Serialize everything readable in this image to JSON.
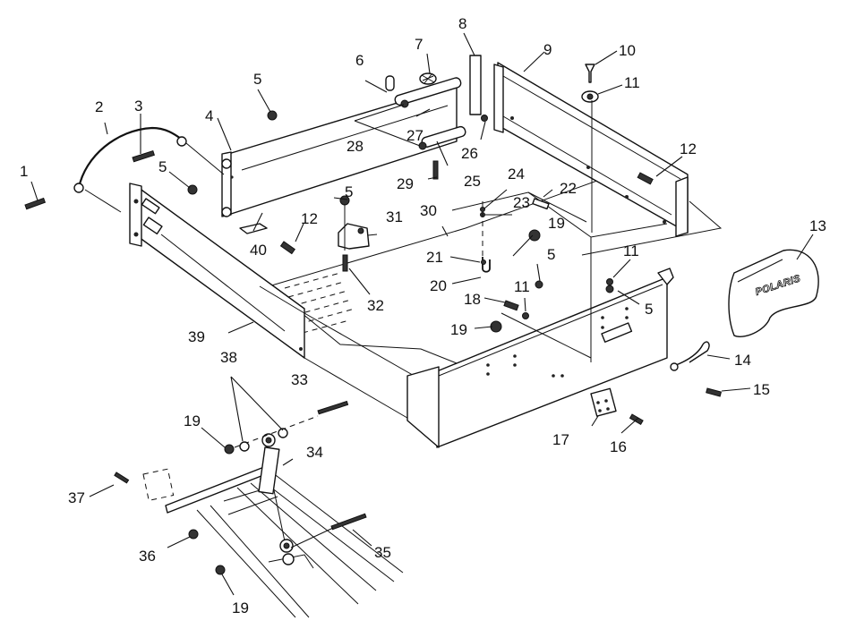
{
  "diagram": {
    "title": "Cargo Box Assembly (exploded view)",
    "brand_logo_text": "POLARIS",
    "components": [
      {
        "id": "side-panel-left",
        "callout": "39"
      },
      {
        "id": "front-panel",
        "callout": "4"
      },
      {
        "id": "tailgate",
        "callout": "9"
      },
      {
        "id": "rear-bumper-panel",
        "callout": "none"
      },
      {
        "id": "floor",
        "callout": "30"
      },
      {
        "id": "taillight-cover",
        "callout": "13"
      },
      {
        "id": "shock-absorber",
        "callout": "34"
      },
      {
        "id": "frame",
        "callout": "none"
      },
      {
        "id": "strap-cable",
        "callout": "2"
      }
    ],
    "callouts": [
      {
        "label": "1"
      },
      {
        "label": "2"
      },
      {
        "label": "3"
      },
      {
        "label": "4"
      },
      {
        "label": "5"
      },
      {
        "label": "5"
      },
      {
        "label": "5"
      },
      {
        "label": "5"
      },
      {
        "label": "5"
      },
      {
        "label": "6"
      },
      {
        "label": "7"
      },
      {
        "label": "8"
      },
      {
        "label": "9"
      },
      {
        "label": "10"
      },
      {
        "label": "11"
      },
      {
        "label": "11"
      },
      {
        "label": "11"
      },
      {
        "label": "12"
      },
      {
        "label": "12"
      },
      {
        "label": "13"
      },
      {
        "label": "14"
      },
      {
        "label": "15"
      },
      {
        "label": "16"
      },
      {
        "label": "17"
      },
      {
        "label": "18"
      },
      {
        "label": "19"
      },
      {
        "label": "19"
      },
      {
        "label": "19"
      },
      {
        "label": "19"
      },
      {
        "label": "20"
      },
      {
        "label": "21"
      },
      {
        "label": "22"
      },
      {
        "label": "23"
      },
      {
        "label": "24"
      },
      {
        "label": "25"
      },
      {
        "label": "26"
      },
      {
        "label": "27"
      },
      {
        "label": "28"
      },
      {
        "label": "29"
      },
      {
        "label": "30"
      },
      {
        "label": "31"
      },
      {
        "label": "32"
      },
      {
        "label": "33"
      },
      {
        "label": "34"
      },
      {
        "label": "35"
      },
      {
        "label": "36"
      },
      {
        "label": "37"
      },
      {
        "label": "38"
      },
      {
        "label": "39"
      },
      {
        "label": "40"
      }
    ]
  }
}
